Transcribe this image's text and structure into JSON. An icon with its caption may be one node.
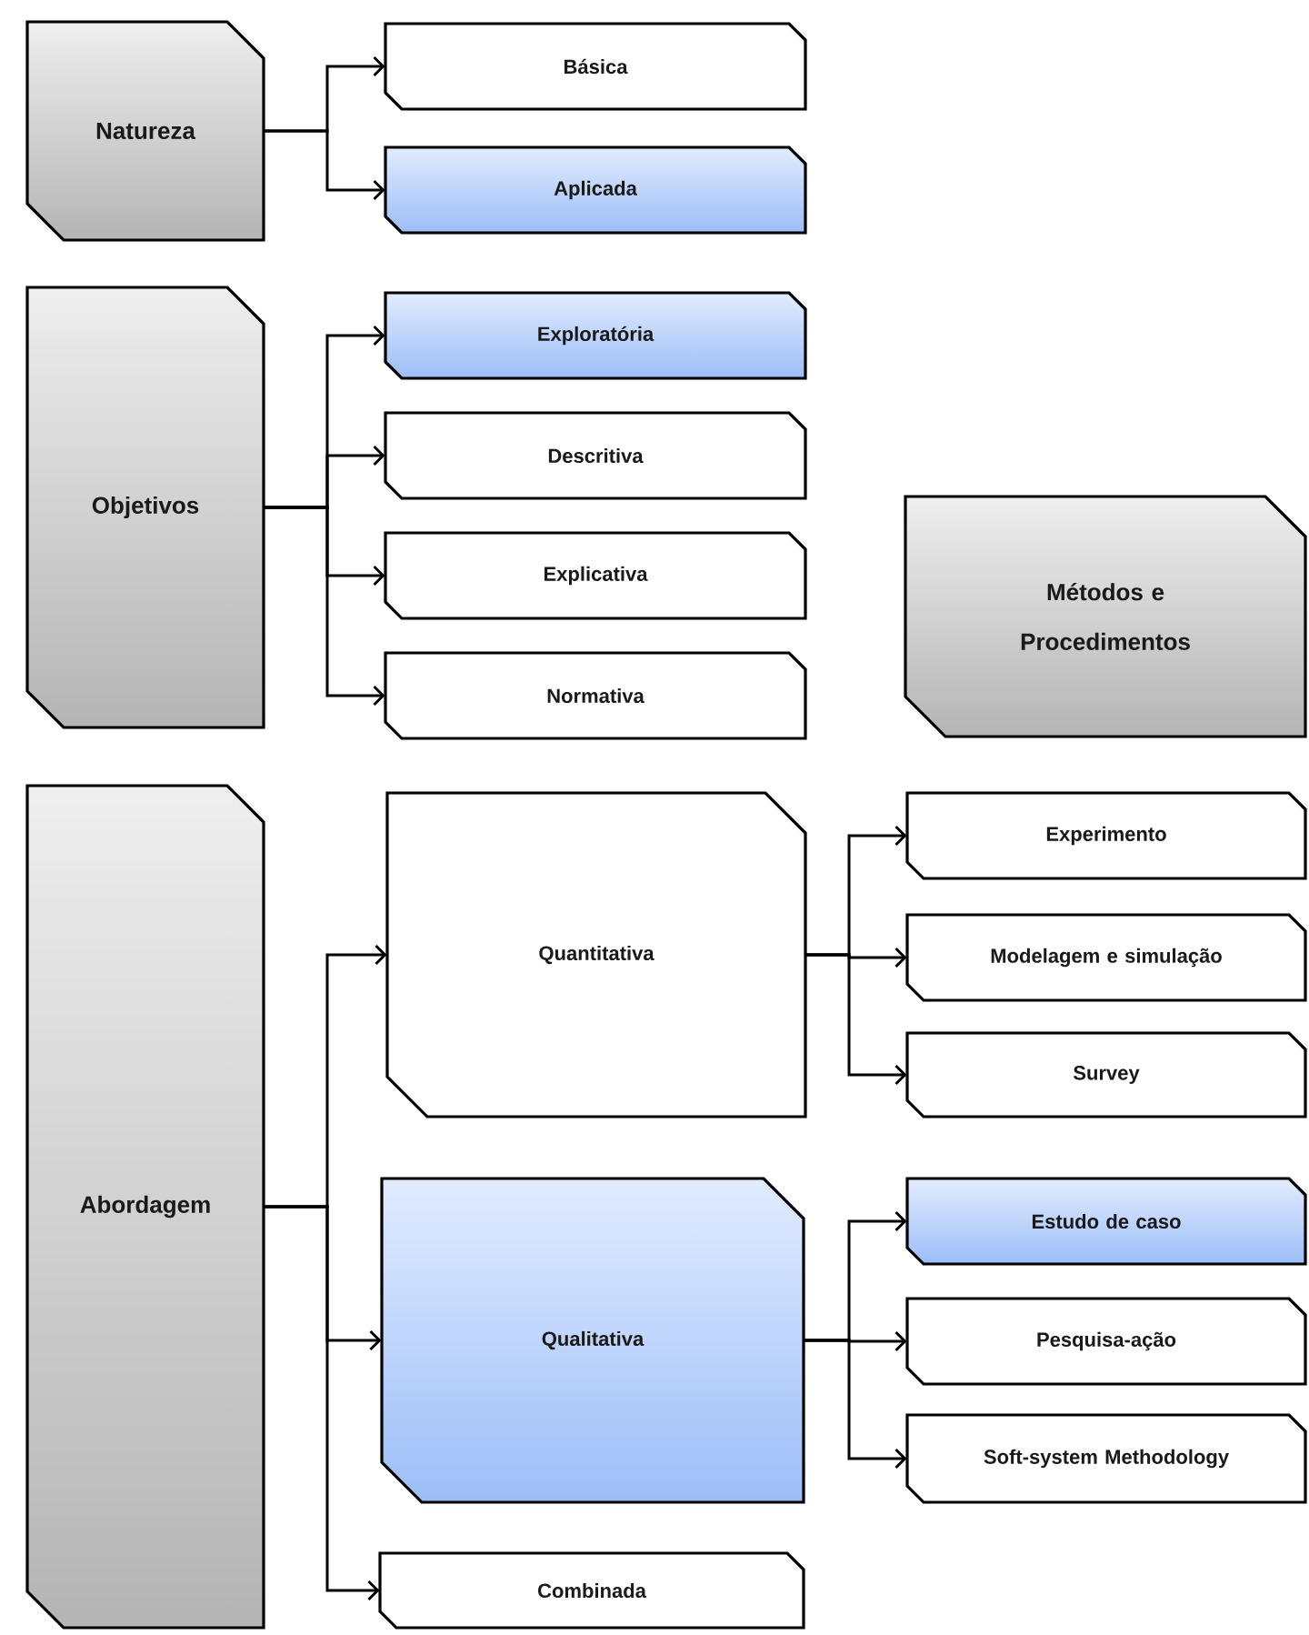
{
  "diagram": {
    "nodes": [
      {
        "text": [
          "Natureza"
        ]
      },
      {
        "text": [
          "Básica"
        ]
      },
      {
        "text": [
          "Aplicada"
        ]
      },
      {
        "text": [
          "Objetivos"
        ]
      },
      {
        "text": [
          "Exploratória"
        ]
      },
      {
        "text": [
          "Descritiva"
        ]
      },
      {
        "text": [
          "Explicativa"
        ]
      },
      {
        "text": [
          "Normativa"
        ]
      },
      {
        "text": [
          "Métodos e Procedimentos"
        ]
      },
      {
        "text": [
          "Abordagem"
        ]
      },
      {
        "text": [
          "Quantitativa"
        ]
      },
      {
        "text": [
          "Qualitativa"
        ]
      },
      {
        "text": [
          "Combinada"
        ]
      },
      {
        "text": [
          "Experimento"
        ]
      },
      {
        "text": [
          "Modelagem e simulação"
        ]
      },
      {
        "text": [
          "Survey"
        ]
      },
      {
        "text": [
          "Estudo de caso"
        ]
      },
      {
        "text": [
          "Pesquisa-ação"
        ]
      },
      {
        "text": [
          "Soft-system Methodology"
        ]
      }
    ],
    "edges": [
      {
        "from": 0,
        "to": 1,
        "arrow": "to"
      },
      {
        "from": 0,
        "to": 2,
        "arrow": "to"
      },
      {
        "from": 3,
        "to": 4,
        "arrow": "to"
      },
      {
        "from": 3,
        "to": 5,
        "arrow": "to"
      },
      {
        "from": 3,
        "to": 6,
        "arrow": "to"
      },
      {
        "from": 3,
        "to": 7,
        "arrow": "to"
      },
      {
        "from": 9,
        "to": 10,
        "arrow": "to"
      },
      {
        "from": 9,
        "to": 11,
        "arrow": "to"
      },
      {
        "from": 9,
        "to": 12,
        "arrow": "to"
      },
      {
        "from": 10,
        "to": 13,
        "arrow": "to"
      },
      {
        "from": 10,
        "to": 14,
        "arrow": "to"
      },
      {
        "from": 10,
        "to": 15,
        "arrow": "to"
      },
      {
        "from": 11,
        "to": 16,
        "arrow": "to"
      },
      {
        "from": 11,
        "to": 17,
        "arrow": "to"
      },
      {
        "from": 11,
        "to": 18,
        "arrow": "to"
      }
    ]
  }
}
